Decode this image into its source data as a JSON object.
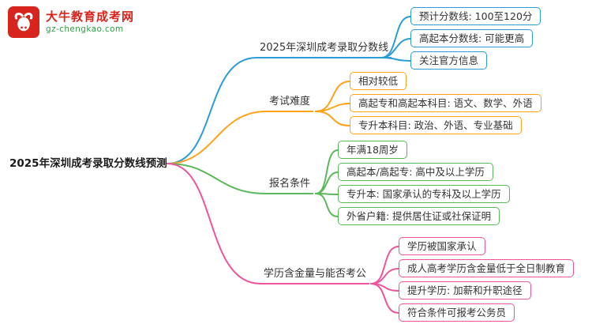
{
  "meta": {
    "title": "2025年深圳成考录取分数线预测思维导图"
  },
  "logo": {
    "name": "大牛教育成考网",
    "url": "gz-chengkao.com",
    "colors": {
      "red": "#d7251d",
      "green": "#2f9e44"
    }
  },
  "root": {
    "label": "2025年深圳成考录取分数线预测"
  },
  "branches": [
    {
      "label": "2025年深圳成考录取分数线",
      "color": "#2b9cd8",
      "children": [
        "预计分数线: 100至120分",
        "高起本分数线: 可能更高",
        "关注官方信息"
      ]
    },
    {
      "label": "考试难度",
      "color": "#ffa21a",
      "children": [
        "相对较低",
        "高起专和高起本科目: 语文、数学、外语",
        "专升本科目: 政治、外语、专业基础"
      ]
    },
    {
      "label": "报名条件",
      "color": "#5cb85c",
      "children": [
        "年满18周岁",
        "高起本/高起专: 高中及以上学历",
        "专升本: 国家承认的专科及以上学历",
        "外省户籍: 提供居住证或社保证明"
      ]
    },
    {
      "label": "学历含金量与能否考公",
      "color": "#ee549b",
      "children": [
        "学历被国家承认",
        "成人高考学历含金量低于全日制教育",
        "提升学历: 加薪和升职途径",
        "符合条件可报考公务员"
      ]
    }
  ]
}
